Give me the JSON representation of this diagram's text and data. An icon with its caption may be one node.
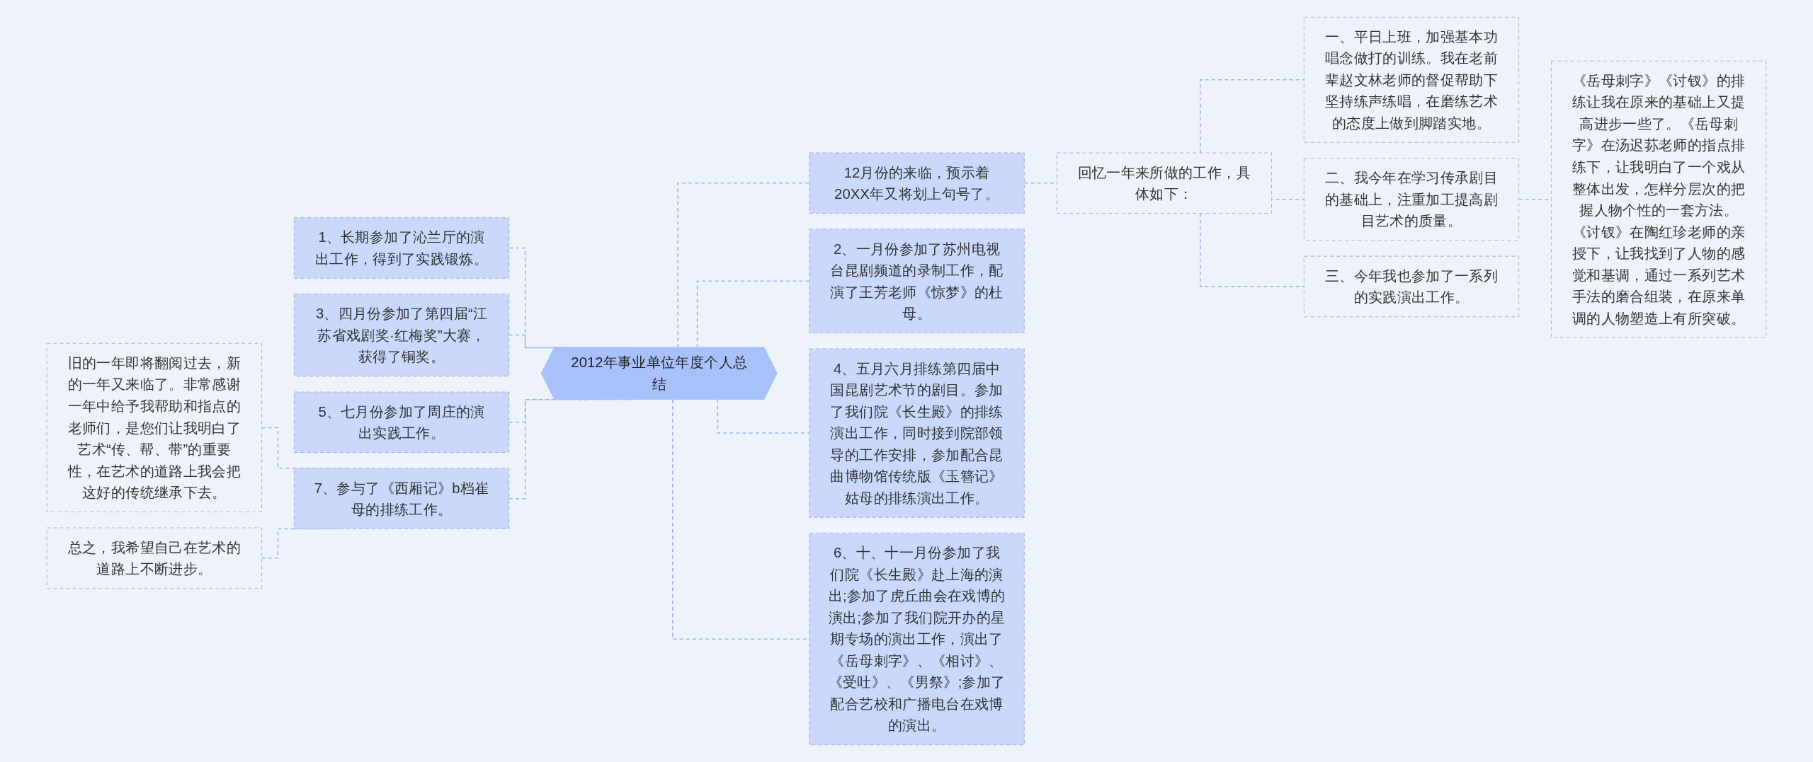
{
  "diagram": {
    "nodes": [
      {
        "text": [
          "2012年事业单位年度个人总结"
        ]
      },
      {
        "text": [
          "12月份的来临，预示着20XX年又将划上句号了。"
        ]
      },
      {
        "text": [
          "回忆一年来所做的工作，具体如下："
        ]
      },
      {
        "text": [
          "一、平日上班，加强基本功唱念做打的训练。我在老前辈赵文林老师的督促帮助下坚持练声练唱，在磨练艺术的态度上做到脚踏实地。"
        ]
      },
      {
        "text": [
          "二、我今年在学习传承剧目的基础上，注重加工提高剧目艺术的质量。"
        ]
      },
      {
        "text": [
          "《岳母刺字》《讨钗》的排练让我在原来的基础上又提高进步一些了。《岳母刺字》在汤迟荪老师的指点排练下，让我明白了一个戏从整体出发，怎样分层次的把握人物个性的一套方法。《讨钗》在陶红珍老师的亲授下，让我找到了人物的感觉和基调，通过一系列艺术手法的磨合组装，在原来单调的人物塑造上有所突破。"
        ]
      },
      {
        "text": [
          "三、今年我也参加了一系列的实践演出工作。"
        ]
      },
      {
        "text": [
          "2、一月份参加了苏州电视台昆剧频道的录制工作，配演了王芳老师《惊梦》的杜母。"
        ]
      },
      {
        "text": [
          "4、五月六月排练第四届中国昆剧艺术节的剧目。参加了我们院《长生殿》的排练演出工作，同时接到院部领导的工作安排，参加配合昆曲博物馆传统版《玉簪记》姑母的排练演出工作。"
        ]
      },
      {
        "text": [
          "6、十、十一月份参加了我们院《长生殿》赴上海的演出;参加了虎丘曲会在戏博的演出;参加了我们院开办的星期专场的演出工作，演出了《岳母刺字》、《相讨》、《受吐》、《男祭》;参加了配合艺校和广播电台在戏博的演出。"
        ]
      },
      {
        "text": [
          "1、长期参加了沁兰厅的演出工作，得到了实践锻炼。"
        ]
      },
      {
        "text": [
          "3、四月份参加了第四届“江苏省戏剧奖·红梅奖”大赛，获得了铜奖。"
        ]
      },
      {
        "text": [
          "5、七月份参加了周庄的演出实践工作。"
        ]
      },
      {
        "text": [
          "7、参与了《西厢记》b档崔母的排练工作。"
        ]
      },
      {
        "text": [
          "旧的一年即将翻阅过去，新的一年又来临了。非常感谢一年中给予我帮助和指点的老师们，是您们让我明白了艺术“传、帮、带”的重要性，在艺术的道路上我会把这好的传统继承下去。"
        ]
      },
      {
        "text": [
          "总之，我希望自己在艺术的道路上不断进步。"
        ]
      }
    ],
    "edges": [
      {
        "from": 0,
        "to": 1,
        "arrow": "none",
        "style": "dashed"
      },
      {
        "from": 1,
        "to": 2,
        "arrow": "none",
        "style": "dashed"
      },
      {
        "from": 2,
        "to": 3,
        "arrow": "none",
        "style": "dashed"
      },
      {
        "from": 2,
        "to": 4,
        "arrow": "none",
        "style": "dashed"
      },
      {
        "from": 4,
        "to": 5,
        "arrow": "none",
        "style": "dashed"
      },
      {
        "from": 2,
        "to": 6,
        "arrow": "none",
        "style": "dashed"
      },
      {
        "from": 0,
        "to": 7,
        "arrow": "none",
        "style": "dashed"
      },
      {
        "from": 0,
        "to": 8,
        "arrow": "none",
        "style": "dashed"
      },
      {
        "from": 0,
        "to": 9,
        "arrow": "none",
        "style": "dashed"
      },
      {
        "from": 0,
        "to": 10,
        "arrow": "none",
        "style": "dashed"
      },
      {
        "from": 0,
        "to": 11,
        "arrow": "none",
        "style": "dashed"
      },
      {
        "from": 0,
        "to": 12,
        "arrow": "none",
        "style": "dashed"
      },
      {
        "from": 0,
        "to": 13,
        "arrow": "none",
        "style": "dashed"
      },
      {
        "from": 13,
        "to": 14,
        "arrow": "none",
        "style": "dashed"
      },
      {
        "from": 13,
        "to": 15,
        "arrow": "none",
        "style": "dashed"
      }
    ]
  }
}
